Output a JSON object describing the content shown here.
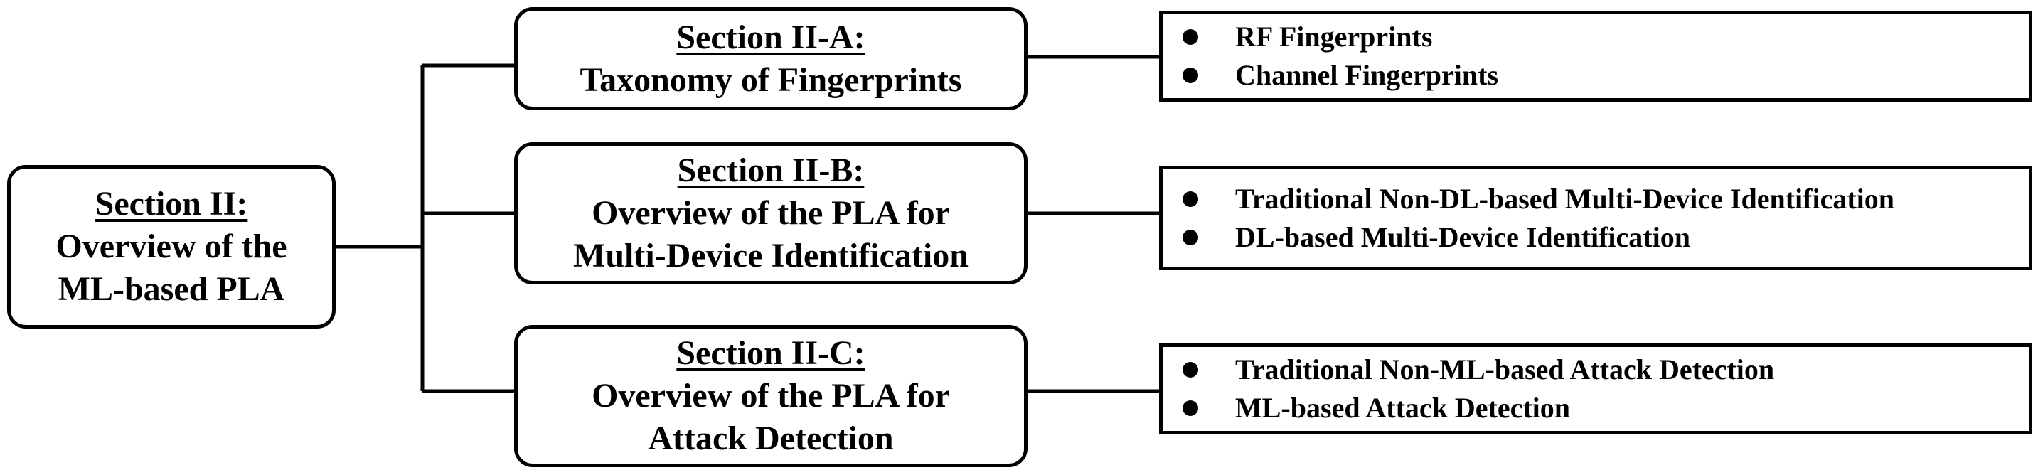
{
  "root": {
    "heading": "Section II:",
    "lines": [
      "Overview of the",
      "ML-based PLA"
    ]
  },
  "sections": [
    {
      "heading": "Section II-A:",
      "lines": [
        "Taxonomy of Fingerprints"
      ],
      "items": [
        "RF Fingerprints",
        "Channel Fingerprints"
      ]
    },
    {
      "heading": "Section II-B:",
      "lines": [
        "Overview of the PLA for",
        "Multi-Device Identification"
      ],
      "items": [
        "Traditional Non-DL-based Multi-Device Identification",
        "DL-based Multi-Device Identification"
      ]
    },
    {
      "heading": "Section II-C:",
      "lines": [
        "Overview of the PLA for",
        "Attack Detection"
      ],
      "items": [
        "Traditional Non-ML-based Attack Detection",
        "ML-based Attack Detection"
      ]
    }
  ]
}
